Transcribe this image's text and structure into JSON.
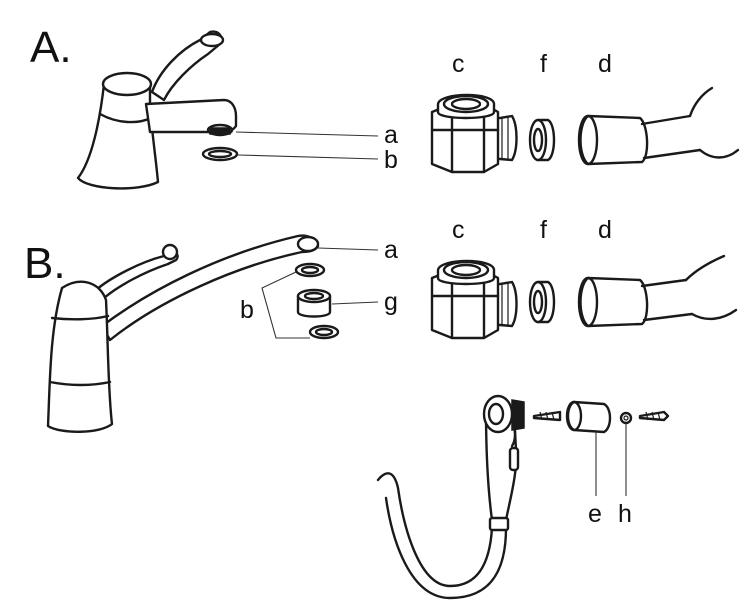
{
  "sections": {
    "a": "A.",
    "b": "B."
  },
  "labels": {
    "a": "a",
    "b": "b",
    "c": "c",
    "d": "d",
    "e": "e",
    "f": "f",
    "g": "g",
    "h": "h"
  }
}
